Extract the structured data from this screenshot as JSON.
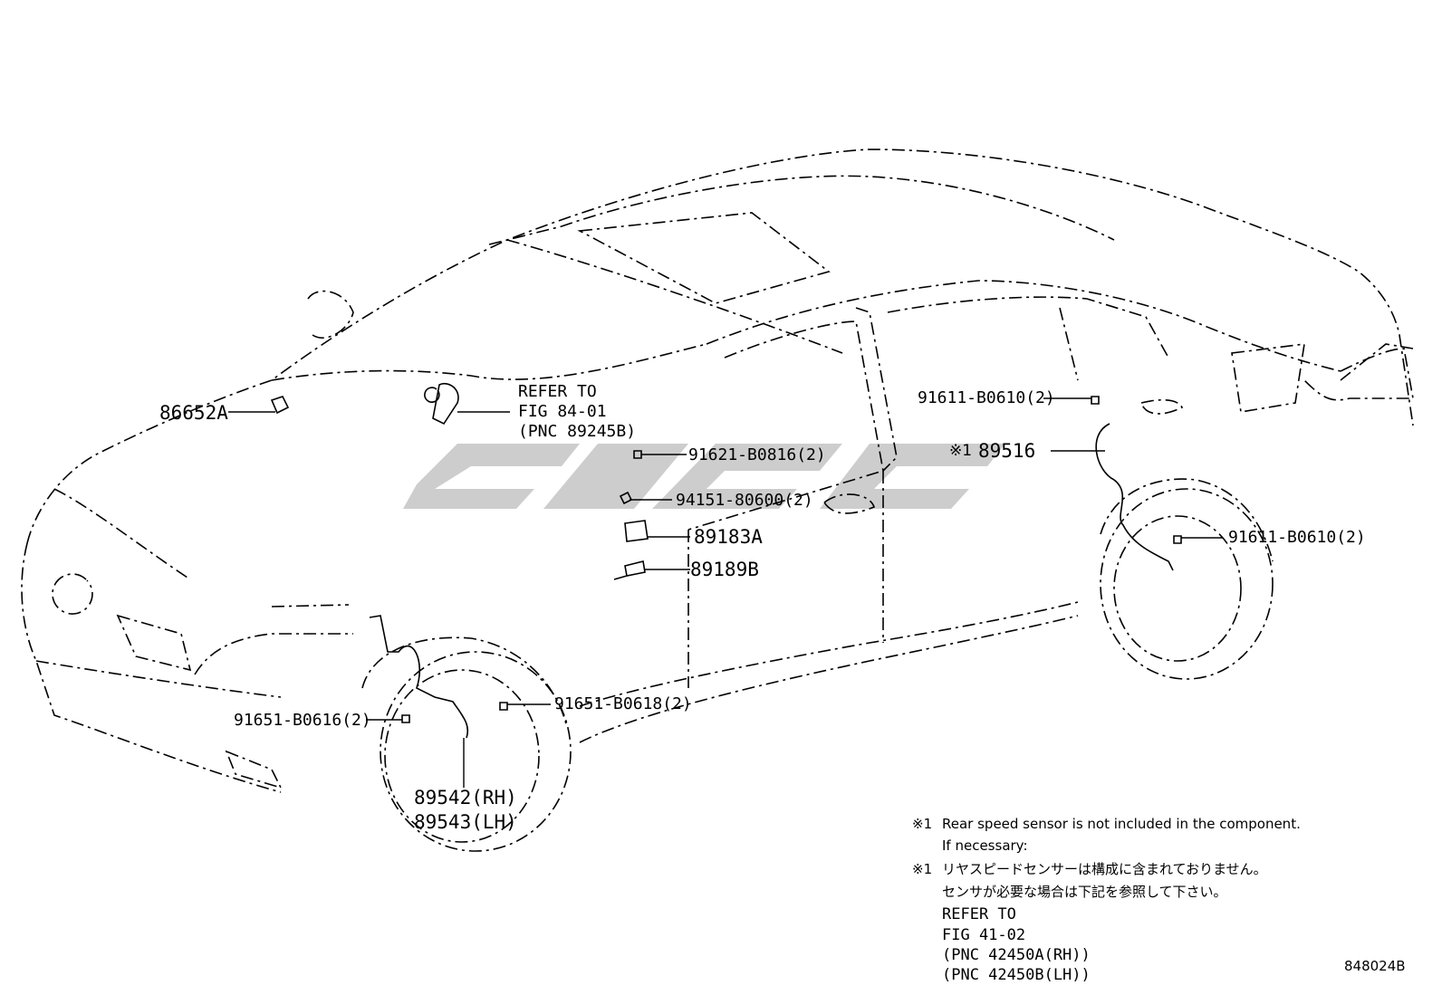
{
  "labels": {
    "p86652a": "86652A",
    "refer_a_1": "REFER TO",
    "refer_a_2": "FIG 84-01",
    "refer_a_3": "(PNC 89245B)",
    "p91621": "91621-B0816(2)",
    "p94151": "94151-80600(2)",
    "p89183a": "89183A",
    "p89189b": "89189B",
    "p91611_top": "91611-B0610(2)",
    "mark_89516": "※1",
    "p89516": "89516",
    "p91611_right": "91611-B0610(2)",
    "p91651_0618": "91651-B0618(2)",
    "p91651_0616": "91651-B0616(2)",
    "p89542": "89542(RH)",
    "p89543": "89543(LH)"
  },
  "note": {
    "en_mark": "※1",
    "en_line1": "Rear speed sensor is not included in the component.",
    "en_line2": "If necessary:",
    "ja_mark": "※1",
    "ja_line1": "リヤスピードセンサーは構成に含まれておりません。",
    "ja_line2": "センサが必要な場合は下記を参照して下さい。",
    "refer_1": "REFER TO",
    "refer_2": "FIG 41-02",
    "refer_3": "(PNC 42450A(RH))",
    "refer_4": "(PNC 42450B(LH))"
  },
  "figure_code": "848024B",
  "colors": {
    "ink": "#000000",
    "watermark": "#c8c8c8",
    "paper": "#ffffff"
  }
}
